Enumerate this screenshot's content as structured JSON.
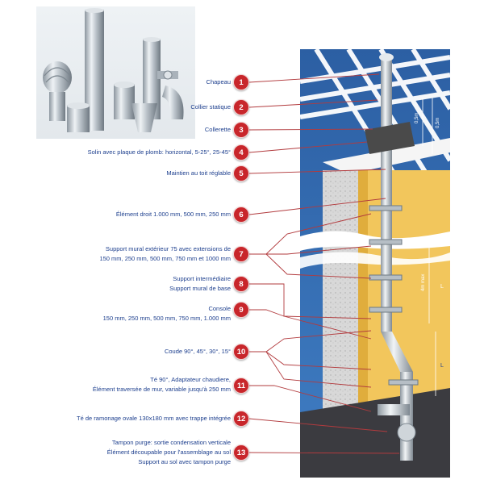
{
  "legend": [
    {
      "num": "1",
      "lines": [
        "Chapeau"
      ]
    },
    {
      "num": "2",
      "lines": [
        "Collier statique"
      ]
    },
    {
      "num": "3",
      "lines": [
        "Collerette"
      ]
    },
    {
      "num": "4",
      "lines": [
        "Solin avec plaque de plomb: horizontal, 5-25°, 25-45°"
      ]
    },
    {
      "num": "5",
      "lines": [
        "Maintien au toit réglable"
      ]
    },
    {
      "num": "6",
      "lines": [
        "Élément droit 1.000 mm, 500 mm, 250 mm"
      ]
    },
    {
      "num": "7",
      "lines": [
        "Support mural extérieur  75 avec extensions de",
        "150 mm, 250 mm, 500 mm, 750 mm et 1000 mm"
      ]
    },
    {
      "num": "8",
      "lines": [
        "Support intermédiaire",
        "Support mural de base"
      ]
    },
    {
      "num": "9",
      "lines": [
        "Console",
        "150 mm, 250 mm, 500 mm, 750 mm, 1.000 mm"
      ]
    },
    {
      "num": "10",
      "lines": [
        "Coude 90°, 45°, 30°, 15°"
      ]
    },
    {
      "num": "11",
      "lines": [
        "Té 90°, Adaptateur chaudiere,",
        "Élément traversée de mur, variable jusqu'à 250 mm"
      ]
    },
    {
      "num": "12",
      "lines": [
        "Té de ramonage ovale 130x180 mm avec trappe intégrée"
      ]
    },
    {
      "num": "13",
      "lines": [
        "Tampon purge: sortie condensation verticale",
        "Élément découpable pour l'assemblage au sol",
        "Support au sol avec tampon purge"
      ]
    }
  ],
  "dimensions": {
    "roof_top": "0,5m",
    "roof_side": "0,5m",
    "mid_span": "4m max",
    "mid_l": "L",
    "low_l": "L"
  },
  "colors": {
    "label_text": "#1d3f8e",
    "badge_fill": "#c8262b",
    "leader_line": "#b23b3e",
    "wall_blue": "#2f6db0",
    "wall_yellow": "#f2c65c",
    "pipe_steel": "#c9d0d6"
  }
}
